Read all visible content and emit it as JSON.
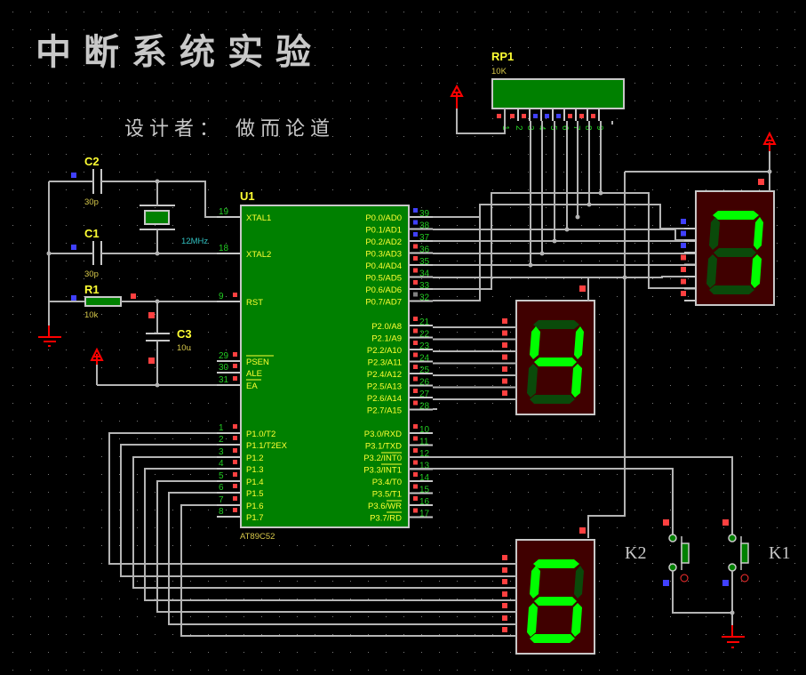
{
  "title": "中断系统实验",
  "designer_line": "设计者：  做而论道",
  "colors": {
    "background": "#000000",
    "wire": "#b4b4b4",
    "component_fill": "#008000",
    "label_yellow": "#ffff33",
    "pin_number_green": "#22cc22",
    "state_high": "#ff4040",
    "state_low": "#4040ff",
    "segment_on": "#00ff00",
    "segment_off": "#0a4a0a",
    "display_body": "#400000",
    "power_red": "#ff0000"
  },
  "components": {
    "rp1": {
      "ref": "RP1",
      "value": "10K",
      "pins": [
        "1",
        "2",
        "3",
        "4",
        "5",
        "6",
        "7",
        "8",
        "9"
      ]
    },
    "c2": {
      "ref": "C2",
      "value": "30p"
    },
    "c1": {
      "ref": "C1",
      "value": "30p"
    },
    "crystal": {
      "value": "12MHz"
    },
    "r1": {
      "ref": "R1",
      "value": "10k"
    },
    "c3": {
      "ref": "C3",
      "value": "10u"
    },
    "u1": {
      "ref": "U1",
      "part": "AT89C52",
      "left_pins": [
        {
          "num": "19",
          "name": "XTAL1"
        },
        {
          "num": "18",
          "name": "XTAL2"
        },
        {
          "num": "9",
          "name": "RST"
        },
        {
          "num": "29",
          "name": "PSEN"
        },
        {
          "num": "30",
          "name": "ALE"
        },
        {
          "num": "31",
          "name": "EA"
        },
        {
          "num": "1",
          "name": "P1.0/T2"
        },
        {
          "num": "2",
          "name": "P1.1/T2EX"
        },
        {
          "num": "3",
          "name": "P1.2"
        },
        {
          "num": "4",
          "name": "P1.3"
        },
        {
          "num": "5",
          "name": "P1.4"
        },
        {
          "num": "6",
          "name": "P1.5"
        },
        {
          "num": "7",
          "name": "P1.6"
        },
        {
          "num": "8",
          "name": "P1.7"
        }
      ],
      "right_pins": [
        {
          "num": "39",
          "name": "P0.0/AD0"
        },
        {
          "num": "38",
          "name": "P0.1/AD1"
        },
        {
          "num": "37",
          "name": "P0.2/AD2"
        },
        {
          "num": "36",
          "name": "P0.3/AD3"
        },
        {
          "num": "35",
          "name": "P0.4/AD4"
        },
        {
          "num": "34",
          "name": "P0.5/AD5"
        },
        {
          "num": "33",
          "name": "P0.6/AD6"
        },
        {
          "num": "32",
          "name": "P0.7/AD7"
        },
        {
          "num": "21",
          "name": "P2.0/A8"
        },
        {
          "num": "22",
          "name": "P2.1/A9"
        },
        {
          "num": "23",
          "name": "P2.2/A10"
        },
        {
          "num": "24",
          "name": "P2.3/A11"
        },
        {
          "num": "25",
          "name": "P2.4/A12"
        },
        {
          "num": "26",
          "name": "P2.5/A13"
        },
        {
          "num": "27",
          "name": "P2.6/A14"
        },
        {
          "num": "28",
          "name": "P2.7/A15"
        },
        {
          "num": "10",
          "name": "P3.0/RXD"
        },
        {
          "num": "11",
          "name": "P3.1/TXD"
        },
        {
          "num": "12",
          "name": "P3.2/INT0"
        },
        {
          "num": "13",
          "name": "P3.3/INT1"
        },
        {
          "num": "14",
          "name": "P3.4/T0"
        },
        {
          "num": "15",
          "name": "P3.5/T1"
        },
        {
          "num": "16",
          "name": "P3.6/WR"
        },
        {
          "num": "17",
          "name": "P3.7/RD"
        }
      ]
    },
    "k1": {
      "ref": "K1"
    },
    "k2": {
      "ref": "K2"
    }
  },
  "displays": [
    {
      "id": "display-p0",
      "digit": "7",
      "segments": {
        "a": 1,
        "b": 1,
        "c": 1,
        "d": 0,
        "e": 0,
        "f": 0,
        "g": 0
      }
    },
    {
      "id": "display-p2",
      "digit": "4",
      "segments": {
        "a": 0,
        "b": 1,
        "c": 1,
        "d": 0,
        "e": 0,
        "f": 1,
        "g": 1
      }
    },
    {
      "id": "display-p1",
      "digit": "6",
      "segments": {
        "a": 1,
        "b": 0,
        "c": 1,
        "d": 1,
        "e": 1,
        "f": 1,
        "g": 1
      }
    }
  ],
  "logic_states": {
    "rp1": [
      "high",
      "high",
      "high",
      "low",
      "low",
      "low",
      "high",
      "high",
      "high"
    ],
    "p0": [
      "low",
      "low",
      "low",
      "high",
      "high",
      "high",
      "high",
      "neutral"
    ],
    "p0_display": [
      "low",
      "low",
      "low",
      "high",
      "high",
      "high",
      "high"
    ]
  }
}
